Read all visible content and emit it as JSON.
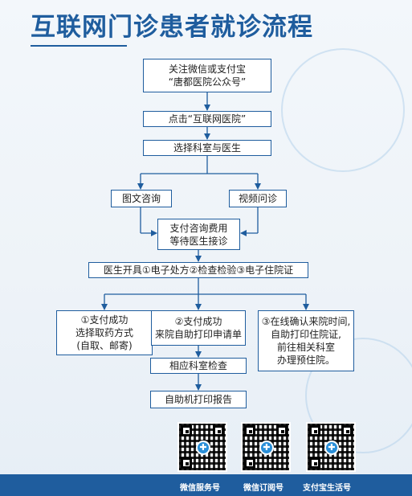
{
  "title": "互联网门诊患者就诊流程",
  "steps": {
    "follow": [
      "关注微信或支付宝",
      "“唐都医院公众号”"
    ],
    "click": "点击“互联网医院”",
    "select": "选择科室与医生",
    "text_consult": "图文咨询",
    "video_consult": "视频问诊",
    "pay": [
      "支付咨询费用",
      "等待医生接诊"
    ],
    "prescribe": "医生开具①电子处方②检查检验③电子住院证",
    "branch1": [
      "①支付成功",
      "选择取药方式",
      "(自取、邮寄)"
    ],
    "branch2": [
      "②支付成功",
      "来院自助打印申请单"
    ],
    "branch3": [
      "③在线确认来院时间,",
      "自助打印住院证,",
      "前往相关科室",
      "办理预住院。"
    ],
    "exam": "相应科室检查",
    "report": "自助机打印报告"
  },
  "qr_codes": [
    {
      "label": "微信服务号",
      "icon": "qr-code-icon"
    },
    {
      "label": "微信订阅号",
      "icon": "qr-code-icon"
    },
    {
      "label": "支付宝生活号",
      "icon": "qr-code-icon"
    }
  ],
  "colors": {
    "brand": "#1f5d9e",
    "footer": "#1f5d9e"
  }
}
